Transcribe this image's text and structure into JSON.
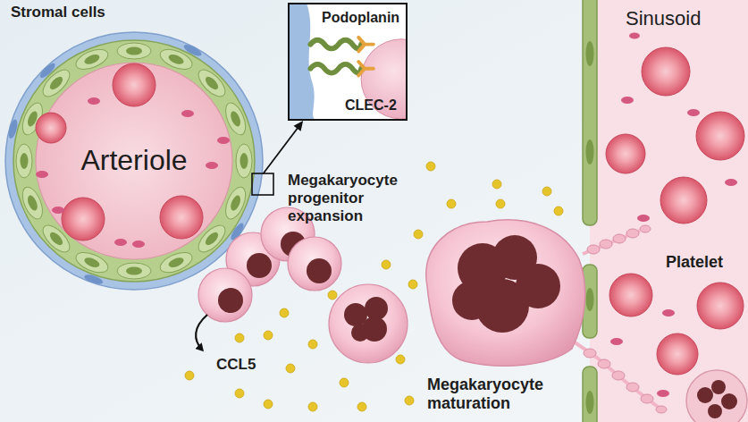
{
  "diagram": {
    "nodes": [
      {
        "text": [
          "Arteriole"
        ]
      },
      {
        "text": [
          "Podoplanin",
          "CLEC-2"
        ]
      },
      {
        "text": [
          "Sinusoid"
        ]
      }
    ],
    "edges": [
      {
        "from": 0,
        "to": 1,
        "arrow": "to"
      }
    ],
    "labels": [
      "Stromal cells",
      "Megakaryocyte progenitor expansion",
      "CCL5",
      "Megakaryocyte maturation",
      "Platelet"
    ]
  }
}
